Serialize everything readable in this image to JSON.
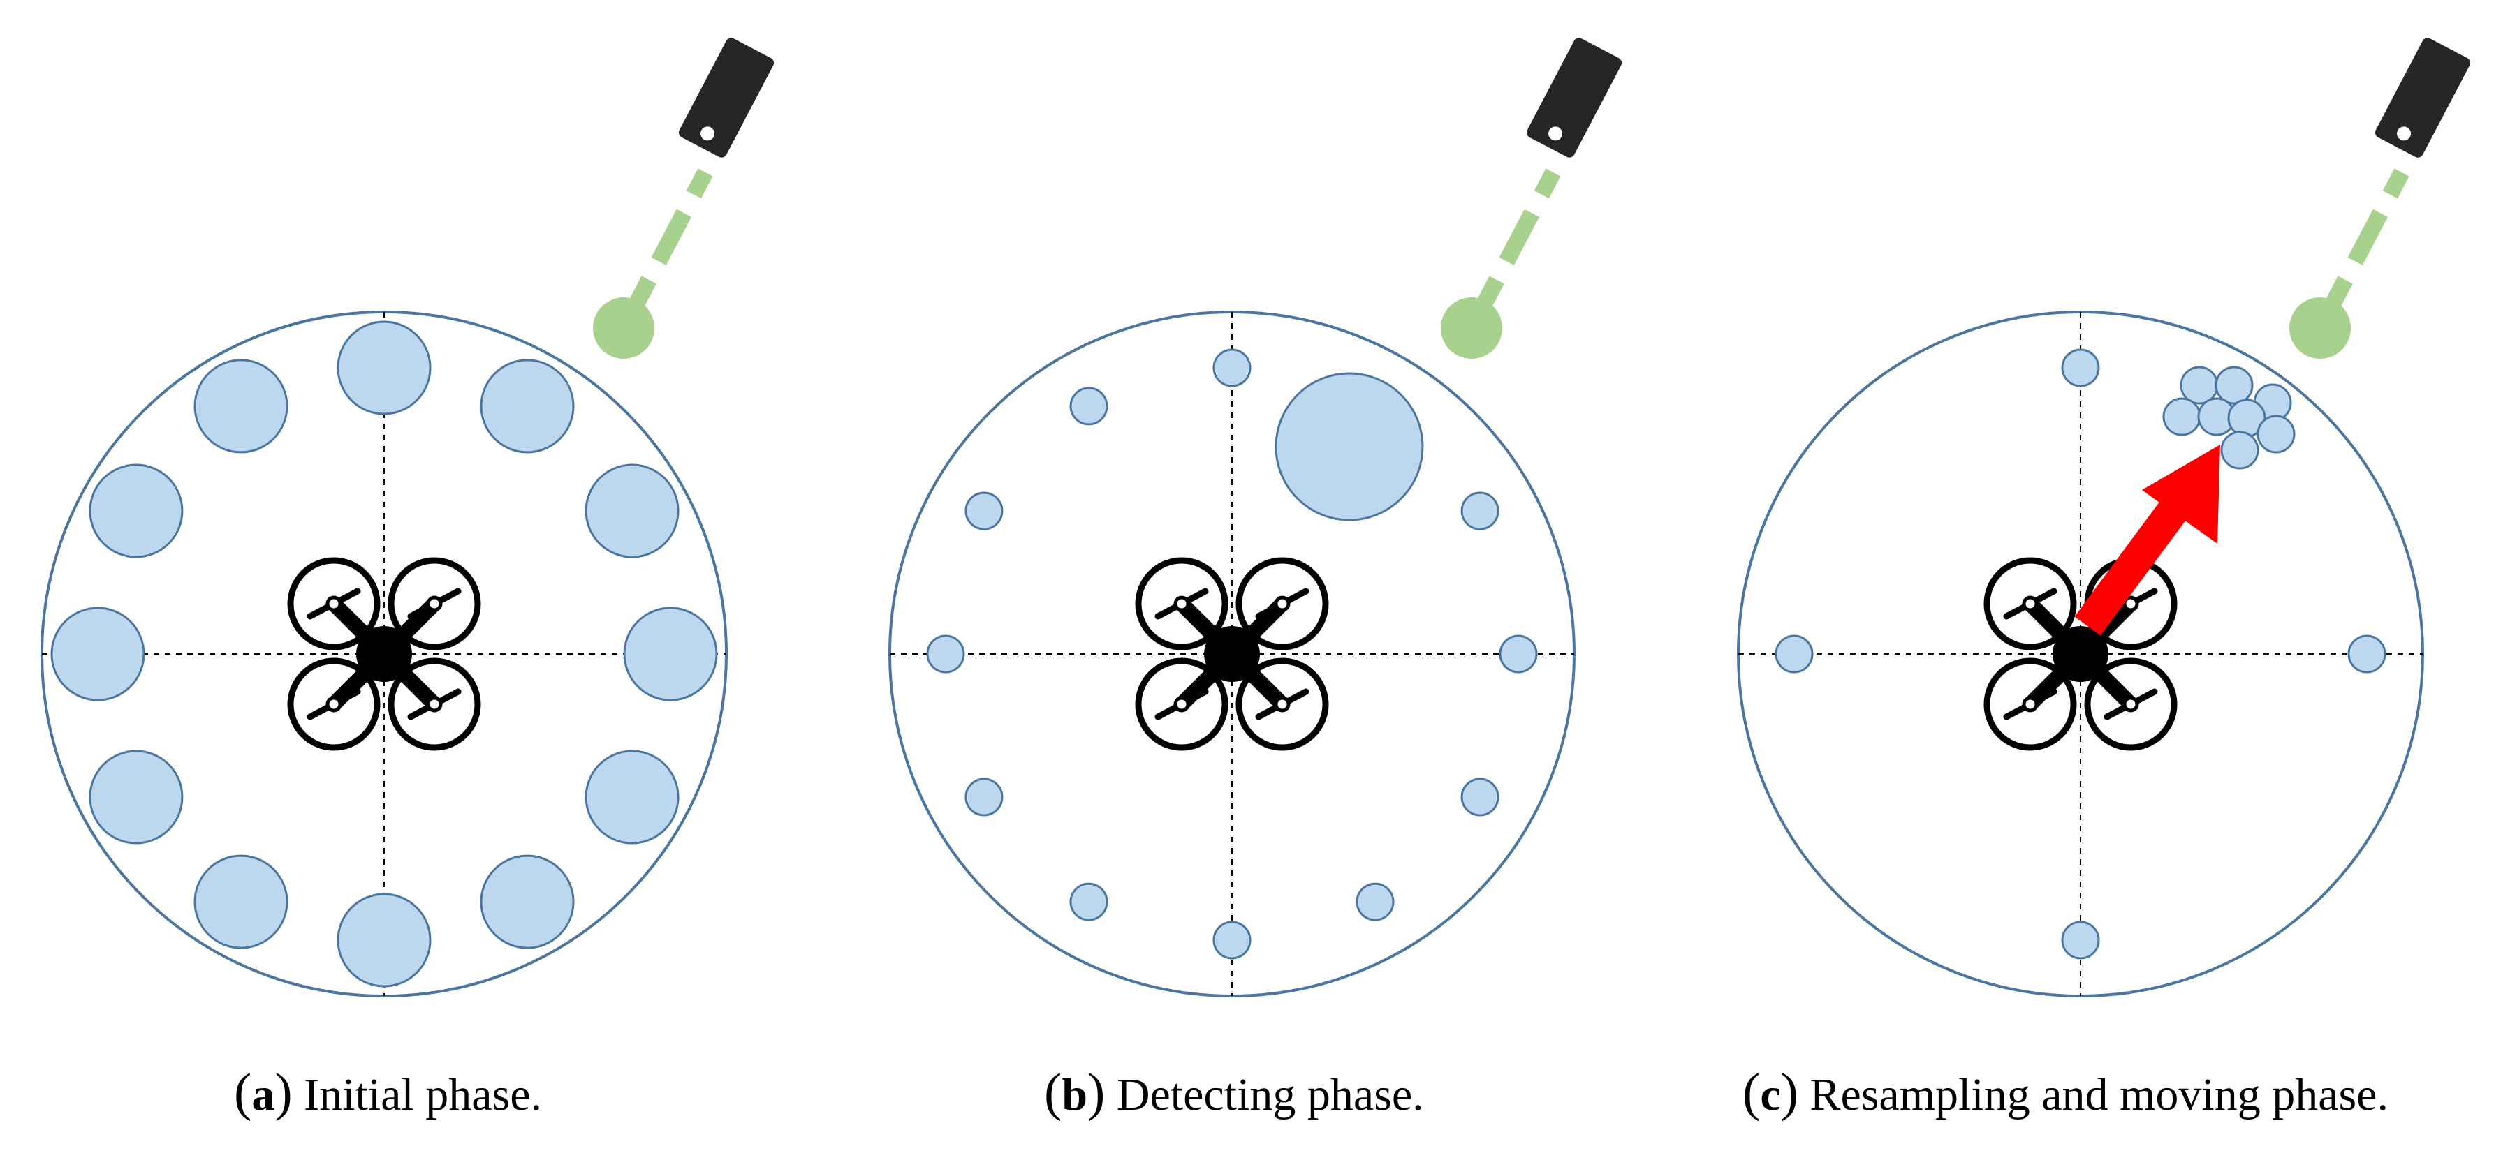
{
  "colors": {
    "circle_stroke": "#4a76a0",
    "particle_fill": "#bdd7ee",
    "particle_stroke": "#4a76a0",
    "beam": "#a9d18e",
    "source_body": "#262626",
    "drone": "#000000",
    "arrow": "#ff0000",
    "axis": "#000000"
  },
  "icons": {
    "drone": "quadcopter-icon",
    "source": "signal-source-icon",
    "arrow": "movement-arrow-icon"
  },
  "panels": [
    {
      "letter": "a",
      "caption": "Initial phase.",
      "particle_size": "large",
      "particle_count": 12,
      "moving": false
    },
    {
      "letter": "b",
      "caption": "Detecting phase.",
      "particle_size": "small",
      "particle_count": 12,
      "moving": false
    },
    {
      "letter": "c",
      "caption": "Resampling and moving phase.",
      "particle_size": "small",
      "particle_count": 12,
      "moving": true
    }
  ]
}
